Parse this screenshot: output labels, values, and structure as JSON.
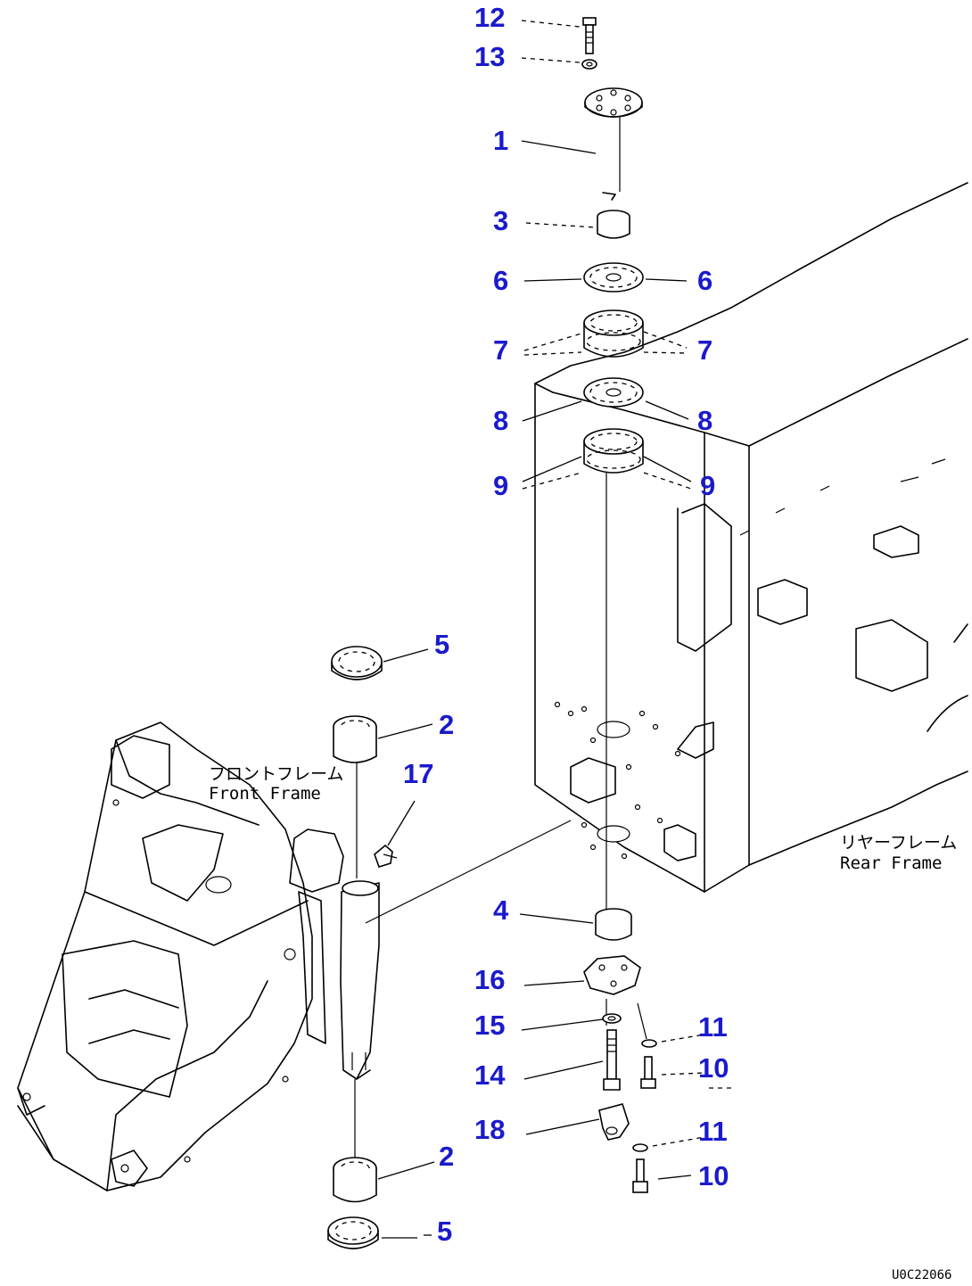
{
  "callouts": {
    "c12": "12",
    "c13": "13",
    "c1": "1",
    "c3": "3",
    "c6a": "6",
    "c6b": "6",
    "c7a": "7",
    "c7b": "7",
    "c8a": "8",
    "c8b": "8",
    "c9a": "9",
    "c9b": "9",
    "c5a": "5",
    "c2a": "2",
    "c17": "17",
    "c4": "4",
    "c16": "16",
    "c15": "15",
    "c11a": "11",
    "c14": "14",
    "c10a": "10",
    "c18": "18",
    "c11b": "11",
    "c2b": "2",
    "c10b": "10",
    "c5b": "5"
  },
  "labels": {
    "front_frame_jp": "フロントフレーム",
    "front_frame_en": "Front Frame",
    "rear_frame_jp": "リヤーフレーム",
    "rear_frame_en": "Rear Frame"
  },
  "drawing_ref": "U0C22066",
  "colors": {
    "callout": "#1a1acc",
    "line": "#000000",
    "background": "#ffffff"
  }
}
